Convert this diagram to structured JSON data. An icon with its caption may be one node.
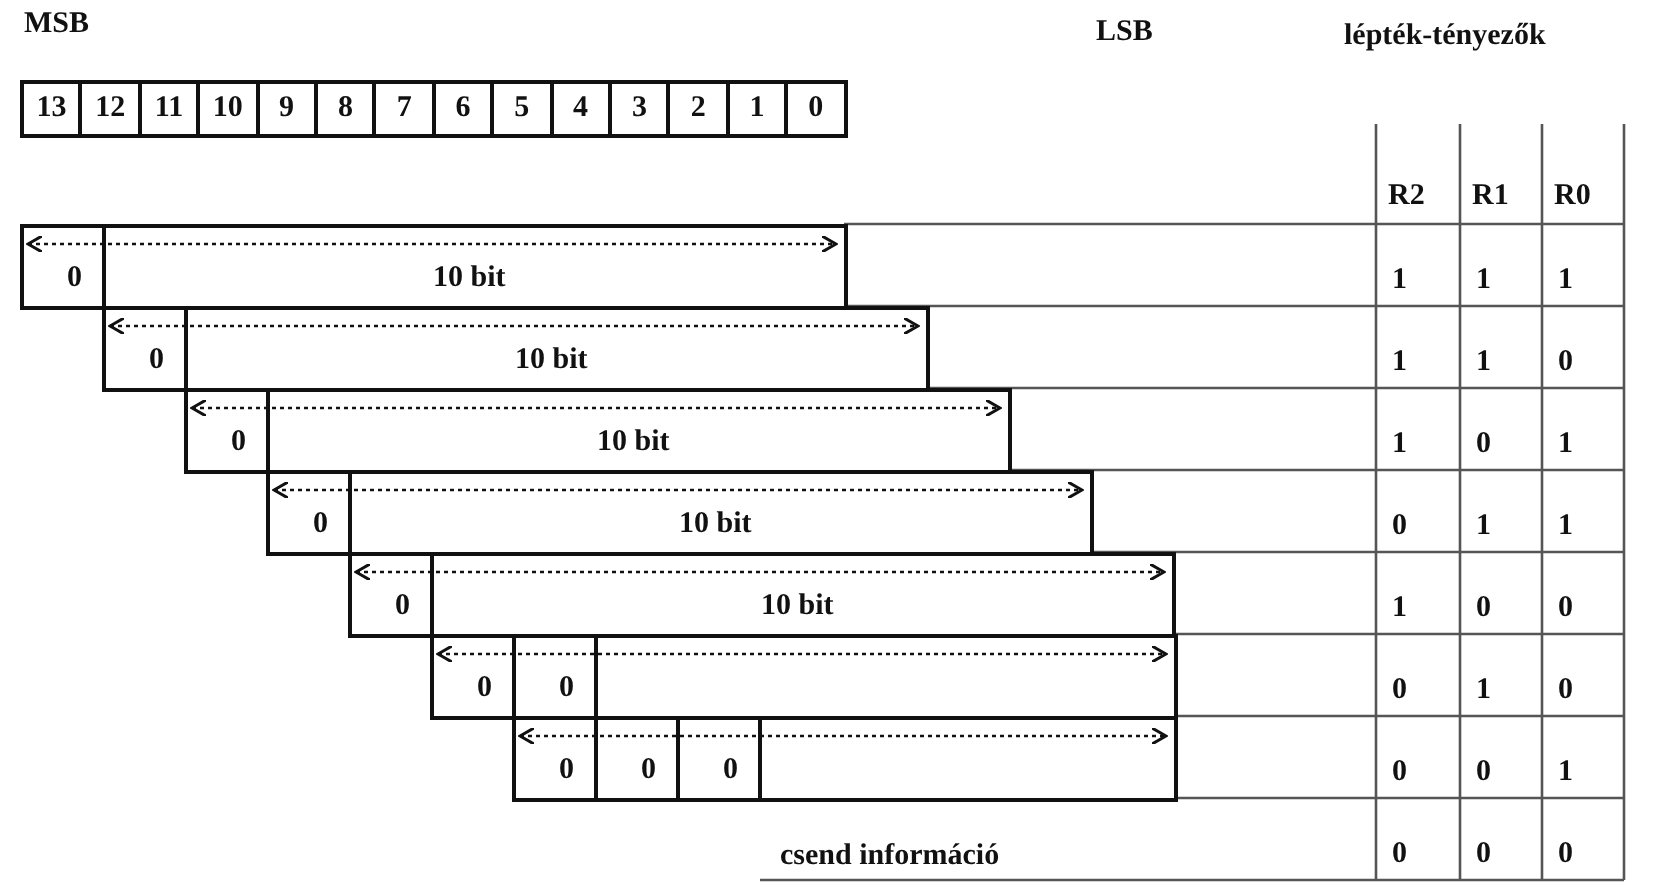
{
  "diagram": {
    "labels": [
      "MSB",
      "LSB",
      "lépték-tényezők",
      "13",
      "12",
      "11",
      "10",
      "9",
      "8",
      "7",
      "6",
      "5",
      "4",
      "3",
      "2",
      "1",
      "0",
      "R2",
      "R1",
      "R0",
      "0",
      "10 bit",
      "1",
      "1",
      "1",
      "0",
      "10 bit",
      "1",
      "1",
      "0",
      "0",
      "10 bit",
      "1",
      "0",
      "1",
      "0",
      "10 bit",
      "0",
      "1",
      "1",
      "0",
      "10 bit",
      "1",
      "0",
      "0",
      "0",
      "0",
      "0",
      "1",
      "0",
      "0",
      "0",
      "0",
      "0",
      "0",
      "1",
      "csend információ",
      "0",
      "0",
      "0"
    ]
  }
}
